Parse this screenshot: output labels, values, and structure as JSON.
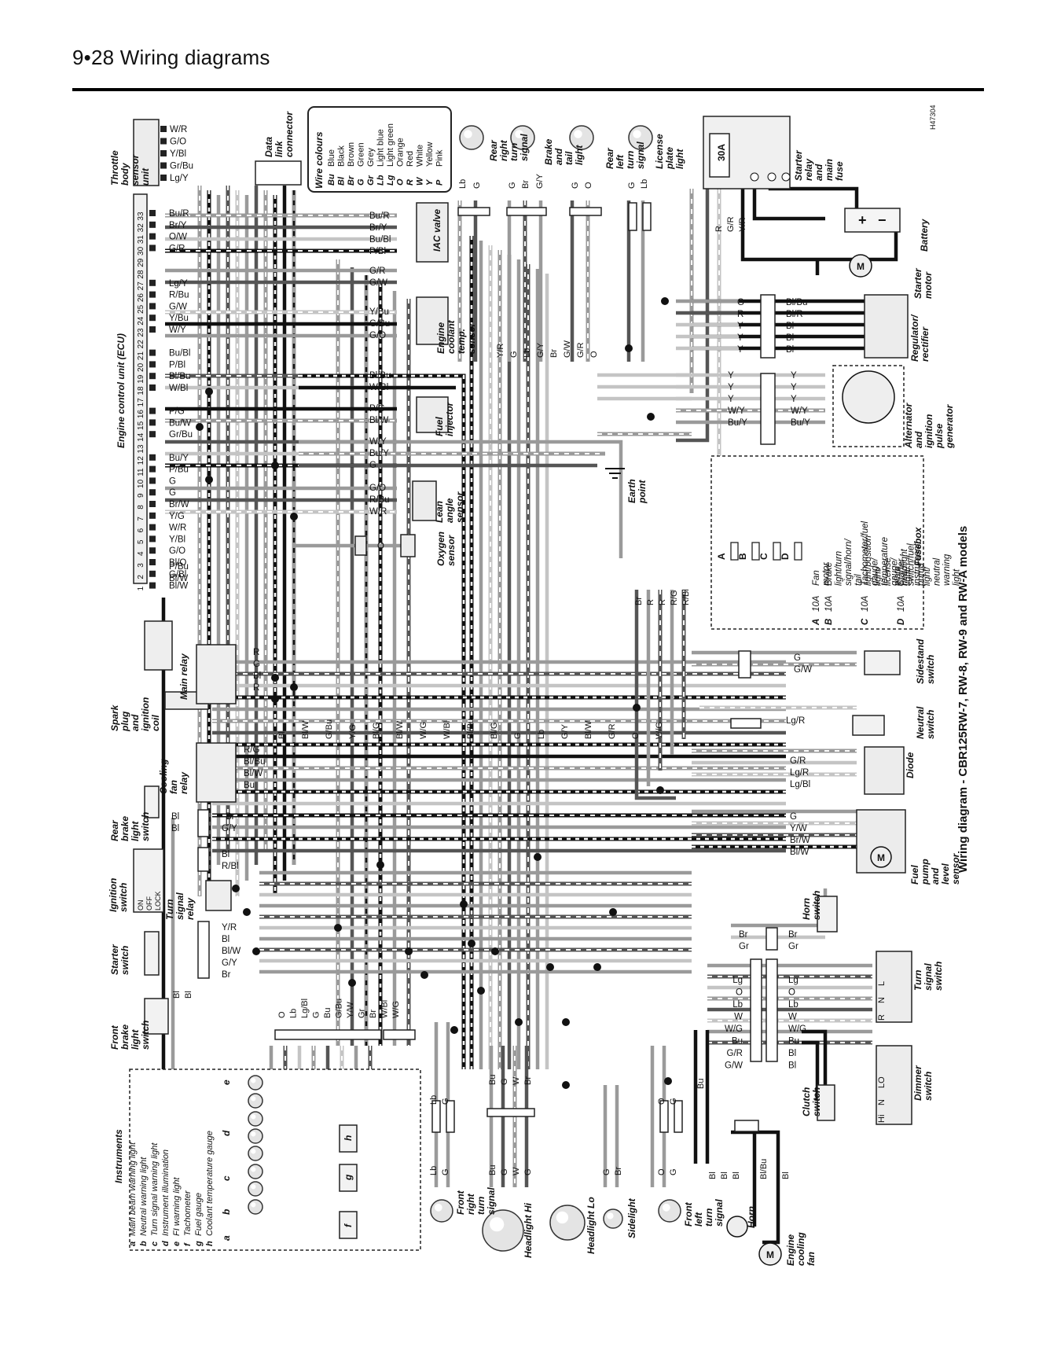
{
  "page": {
    "header": "9•28  Wiring diagrams",
    "diagram_title": "Wiring diagram - CBR125RW-7, RW-8, RW-9 and RW-A models",
    "figure_id": "H47304"
  },
  "wire_colours": {
    "title": "Wire colours",
    "entries": [
      {
        "code": "Bu",
        "name": "Blue"
      },
      {
        "code": "Bl",
        "name": "Black"
      },
      {
        "code": "Br",
        "name": "Brown"
      },
      {
        "code": "G",
        "name": "Green"
      },
      {
        "code": "Gr",
        "name": "Grey"
      },
      {
        "code": "Lb",
        "name": "Light blue"
      },
      {
        "code": "Lg",
        "name": "Light green"
      },
      {
        "code": "O",
        "name": "Orange"
      },
      {
        "code": "R",
        "name": "Red"
      },
      {
        "code": "W",
        "name": "White"
      },
      {
        "code": "Y",
        "name": "Yellow"
      },
      {
        "code": "P",
        "name": "Pink"
      }
    ]
  },
  "components": {
    "throttle_body_sensor": "Throttle body sensor unit",
    "data_link": "Data link connector",
    "ecu": "Engine control unit (ECU)",
    "iac_valve": "IAC valve",
    "engine_coolant": "Engine coolant temp. sensor",
    "fuel_injector": "Fuel injector",
    "lean_angle": "Lean angle sensor",
    "oxygen": "Oxygen sensor",
    "earth_point": "Earth point",
    "rear_right_turn": "Rear right turn signal",
    "brake_tail": "Brake and tail light",
    "rear_left_turn": "Rear left turn signal",
    "license_plate": "License plate light",
    "starter_relay": "Starter relay and main fuse",
    "battery": "Battery",
    "starter_motor": "Starter motor",
    "regulator": "Regulator/ rectifier",
    "alternator": "Alternator and ignition pulse generator",
    "fusebox": "Fusebox",
    "sidestand": "Sidestand switch",
    "neutral": "Neutral switch",
    "diode": "Diode",
    "fuel_pump": "Fuel pump and level sensor",
    "horn_switch": "Horn switch",
    "turn_signal_switch": "Turn signal switch",
    "dimmer_switch": "Dimmer switch",
    "clutch_switch": "Clutch switch",
    "spark_plug": "Spark plug and ignition coil",
    "main_relay": "Main relay",
    "cooling_fan_relay": "Cooling fan relay",
    "rear_brake_switch": "Rear brake light switch",
    "ignition_switch": "Ignition switch",
    "turn_signal_relay": "Turn signal relay",
    "starter_switch": "Starter switch",
    "front_brake_switch": "Front brake light switch",
    "instruments": "Instruments",
    "front_right_turn": "Front right turn signal",
    "headlight_hi": "Headlight Hi",
    "headlight_lo": "Headlight Lo",
    "sidelight": "Sidelight",
    "front_left_turn": "Front left turn signal",
    "horn": "Horn",
    "engine_cooling_fan": "Engine cooling fan"
  },
  "fuse_rating": "30A",
  "fuses": [
    {
      "letter": "A",
      "rating": "10A",
      "desc": "Fan motor"
    },
    {
      "letter": "B",
      "rating": "10A",
      "desc": "Brake light/turn signal/horn/ tail light/position light/ license plate light/ instrument light/ neutral warning light"
    },
    {
      "letter": "C",
      "rating": "10A",
      "desc": "Tachometer/fuel gauge/ temperature gauge/ headlight"
    },
    {
      "letter": "D",
      "rating": "10A",
      "desc": "Starter switch/fuel pump"
    }
  ],
  "instrument_legend": [
    {
      "letter": "a",
      "desc": "Main beam warning light"
    },
    {
      "letter": "b",
      "desc": "Neutral warning light"
    },
    {
      "letter": "c",
      "desc": "Turn signal warning light"
    },
    {
      "letter": "d",
      "desc": "Instrument illumination"
    },
    {
      "letter": "e",
      "desc": "FI warning light"
    },
    {
      "letter": "f",
      "desc": "Tachometer"
    },
    {
      "letter": "g",
      "desc": "Fuel gauge"
    },
    {
      "letter": "h",
      "desc": "Coolant temperature gauge"
    }
  ],
  "ignition_positions": [
    "ON",
    "OFF",
    "LOCK"
  ],
  "switch_positions": {
    "turn": [
      "R",
      "N",
      "L"
    ],
    "dimmer": [
      "Hi",
      "N",
      "LO"
    ]
  },
  "throttle_pins": [
    "W/R",
    "G/O",
    "Y/Bl",
    "Gr/Bu",
    "Lg/Y"
  ],
  "ecu_pins": [
    {
      "n": "33",
      "w": "Bu/R"
    },
    {
      "n": "32",
      "w": "Br/Y"
    },
    {
      "n": "31",
      "w": "O/W"
    },
    {
      "n": "30",
      "w": "G/R"
    },
    {
      "n": "29",
      "w": ""
    },
    {
      "n": "28",
      "w": ""
    },
    {
      "n": "27",
      "w": "Lg/Y"
    },
    {
      "n": "26",
      "w": "R/Bu"
    },
    {
      "n": "25",
      "w": "G/W"
    },
    {
      "n": "24",
      "w": "Y/Bu"
    },
    {
      "n": "23",
      "w": "W/Y"
    },
    {
      "n": "22",
      "w": ""
    },
    {
      "n": "21",
      "w": "Bu/Bl"
    },
    {
      "n": "20",
      "w": "P/Bl"
    },
    {
      "n": "19",
      "w": "Bl/Bu"
    },
    {
      "n": "18",
      "w": "W/Bl"
    },
    {
      "n": "17",
      "w": ""
    },
    {
      "n": "16",
      "w": "P/G"
    },
    {
      "n": "15",
      "w": "Bu/W"
    },
    {
      "n": "14",
      "w": "Gr/Bu"
    },
    {
      "n": "13",
      "w": ""
    },
    {
      "n": "12",
      "w": "Bu/Y"
    },
    {
      "n": "11",
      "w": "P/Bu"
    },
    {
      "n": "10",
      "w": "G"
    },
    {
      "n": "9",
      "w": "G"
    },
    {
      "n": "8",
      "w": "Br/W"
    },
    {
      "n": "7",
      "w": "Y/G"
    },
    {
      "n": "6",
      "w": "W/R"
    },
    {
      "n": "5",
      "w": "Y/Bl"
    },
    {
      "n": "4",
      "w": "G/O"
    },
    {
      "n": "3",
      "w": "Bl/O"
    },
    {
      "n": "2",
      "w": "G/Bl"
    },
    {
      "n": "1",
      "w": "Bl/W"
    }
  ],
  "wire_labels": {
    "iac": [
      "Bu/R",
      "Br/Y",
      "Bu/Bl",
      "P/Bl"
    ],
    "mid1": [
      "G/R",
      "G/W"
    ],
    "coolant": [
      "Y/Bu",
      "G/Bu",
      "G/O"
    ],
    "bluebl": [
      "Bl/Bu",
      "W/Bl"
    ],
    "injector": [
      "P/G",
      "Bl/W"
    ],
    "mid2": [
      "W/Y",
      "Bu/Y",
      "G"
    ],
    "lean": [
      "G/O",
      "R/Bu",
      "W/R"
    ],
    "oxy": "O",
    "ecu_extra": [
      "P/Bu",
      "Bl/W"
    ],
    "main_relay": [
      "R",
      "G",
      "Bl",
      "R"
    ],
    "fan_relay": [
      "R/G",
      "Bl/Bu",
      "Bl/W",
      "Bu"
    ],
    "rear_brake": [
      "Bl",
      "Bl",
      "Br",
      "G/Y"
    ],
    "ignition": [
      "Bl",
      "R/Bl"
    ],
    "starter": [
      "Y/R",
      "Bl",
      "Bl/W",
      "G/Y",
      "Br"
    ],
    "front_brake": [
      "Bl",
      "Bl"
    ],
    "lower_vertical": [
      "O",
      "Lb",
      "Lg/Bl",
      "G",
      "Bu",
      "G/Bu",
      "Y/W",
      "Gr",
      "Br",
      "W/Bl",
      "W/G"
    ],
    "mid_vertical": [
      "Bl",
      "Bl/W",
      "G/Bu",
      "Y/G",
      "Bl/G",
      "Bl/W",
      "W/G",
      "W/Bl",
      "Bl/Bu",
      "Bl/G",
      "G",
      "Lb",
      "G/Y",
      "Bl/W",
      "G/R",
      "O",
      "W/G"
    ],
    "upper_vertical": [
      "Y/R",
      "G",
      "Lb",
      "G/Y",
      "Br",
      "G/W",
      "G/R",
      "O"
    ],
    "top_conn": [
      "Lb",
      "G",
      "G",
      "Br",
      "G/Y",
      "G",
      "O",
      "G",
      "Lb"
    ],
    "relay_conn": [
      "R",
      "G/R",
      "Y/R"
    ],
    "reg_left": [
      "G",
      "R",
      "Y",
      "Y",
      "Y"
    ],
    "reg_right": [
      "Bl/Bu",
      "Bl/R",
      "Bl",
      "Bl",
      "Bl"
    ],
    "alt_left": [
      "Y",
      "Y",
      "Y",
      "W/Y",
      "Bu/Y"
    ],
    "alt_right": [
      "Y",
      "Y",
      "Y",
      "W/Y",
      "Bu/Y"
    ],
    "fuse_out": [
      "Br",
      "R",
      "R",
      "R/G",
      "R/Bl"
    ],
    "sidestand": [
      "G",
      "G/W"
    ],
    "neutral": "Lg/R",
    "diode": [
      "G/R",
      "Lg/R",
      "Lg/Bl"
    ],
    "pump": [
      "G",
      "Y/W",
      "Br/W",
      "Bl/W"
    ],
    "horn_sw": [
      "Br",
      "Gr"
    ],
    "turn_sw_left": [
      "Lg",
      "O",
      "Lb",
      "W",
      "W/G",
      "Bu",
      "G/R",
      "G/W"
    ],
    "turn_sw_right": [
      "Lg",
      "O",
      "Lb",
      "W",
      "W/G",
      "Bu",
      "Bl",
      "Bl"
    ],
    "front_rt": [
      "Lb",
      "G",
      "Lb",
      "G"
    ],
    "head": [
      "Bu",
      "G",
      "W",
      "Br",
      "Bu",
      "G",
      "W",
      "G"
    ],
    "side": [
      "G",
      "Br"
    ],
    "front_lt": [
      "O",
      "G",
      "O",
      "G"
    ],
    "horn_lbl": [
      "Bu",
      "Bl",
      "Bl",
      "Bl"
    ],
    "fan_lbl": [
      "Bl/Bu",
      "Bl"
    ]
  }
}
